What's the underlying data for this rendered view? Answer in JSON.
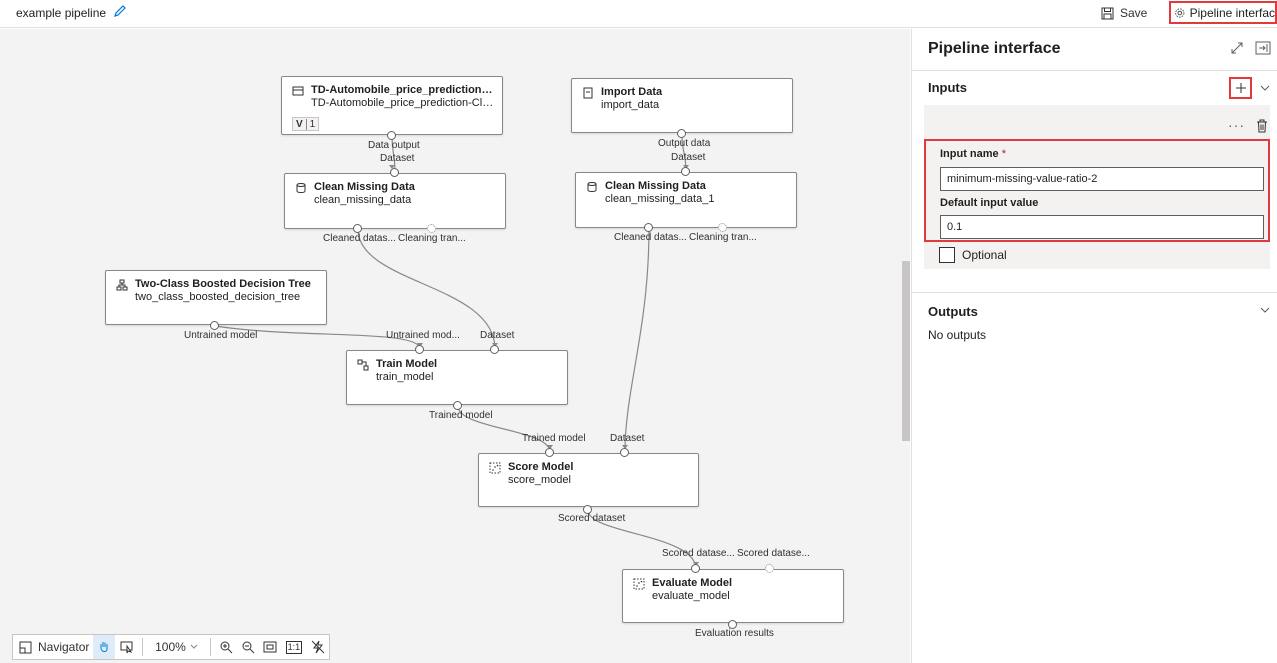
{
  "topbar": {
    "pipeline_name": "example pipeline",
    "save_label": "Save",
    "pipeline_interface_label": "Pipeline interfac"
  },
  "nodes": {
    "dataset": {
      "title": "TD-Automobile_price_prediction-Clean_...",
      "subtitle": "TD-Automobile_price_prediction-Clean_M...",
      "version_badge": "V",
      "version": "1",
      "out_label": "Data output"
    },
    "import": {
      "title": "Import Data",
      "subtitle": "import_data",
      "out_label": "Output data"
    },
    "clean1": {
      "title": "Clean Missing Data",
      "subtitle": "clean_missing_data",
      "in_label": "Dataset",
      "out1": "Cleaned datas...",
      "out2": "Cleaning tran..."
    },
    "clean2": {
      "title": "Clean Missing Data",
      "subtitle": "clean_missing_data_1",
      "in_label": "Dataset",
      "out1": "Cleaned datas...",
      "out2": "Cleaning tran..."
    },
    "boosted": {
      "title": "Two-Class Boosted Decision Tree",
      "subtitle": "two_class_boosted_decision_tree",
      "out_label": "Untrained model"
    },
    "train": {
      "title": "Train Model",
      "subtitle": "train_model",
      "in1": "Untrained mod...",
      "in2": "Dataset",
      "out_label": "Trained model"
    },
    "score": {
      "title": "Score Model",
      "subtitle": "score_model",
      "in1": "Trained model",
      "in2": "Dataset",
      "out_label": "Scored dataset"
    },
    "evaluate": {
      "title": "Evaluate Model",
      "subtitle": "evaluate_model",
      "in1": "Scored datase...",
      "in2": "Scored datase...",
      "out_label": "Evaluation results"
    }
  },
  "toolbar": {
    "navigator_label": "Navigator",
    "zoom_level": "100%",
    "actual_size_label": "1:1"
  },
  "panel": {
    "title": "Pipeline interface",
    "inputs_title": "Inputs",
    "more_label": "···",
    "input_name_label": "Input name",
    "required_mark": "*",
    "input_name_value": "minimum-missing-value-ratio-2",
    "default_value_label": "Default input value",
    "default_value": "0.1",
    "optional_label": "Optional",
    "outputs_title": "Outputs",
    "no_outputs": "No outputs"
  },
  "icons": {
    "edit": "pencil-icon",
    "save": "floppy-icon",
    "settings": "gear-icon",
    "add": "plus-icon",
    "delete": "trash-icon"
  },
  "colors": {
    "highlight": "#e03a3e",
    "canvas": "#f3f3f3",
    "accent": "#0078d4"
  }
}
